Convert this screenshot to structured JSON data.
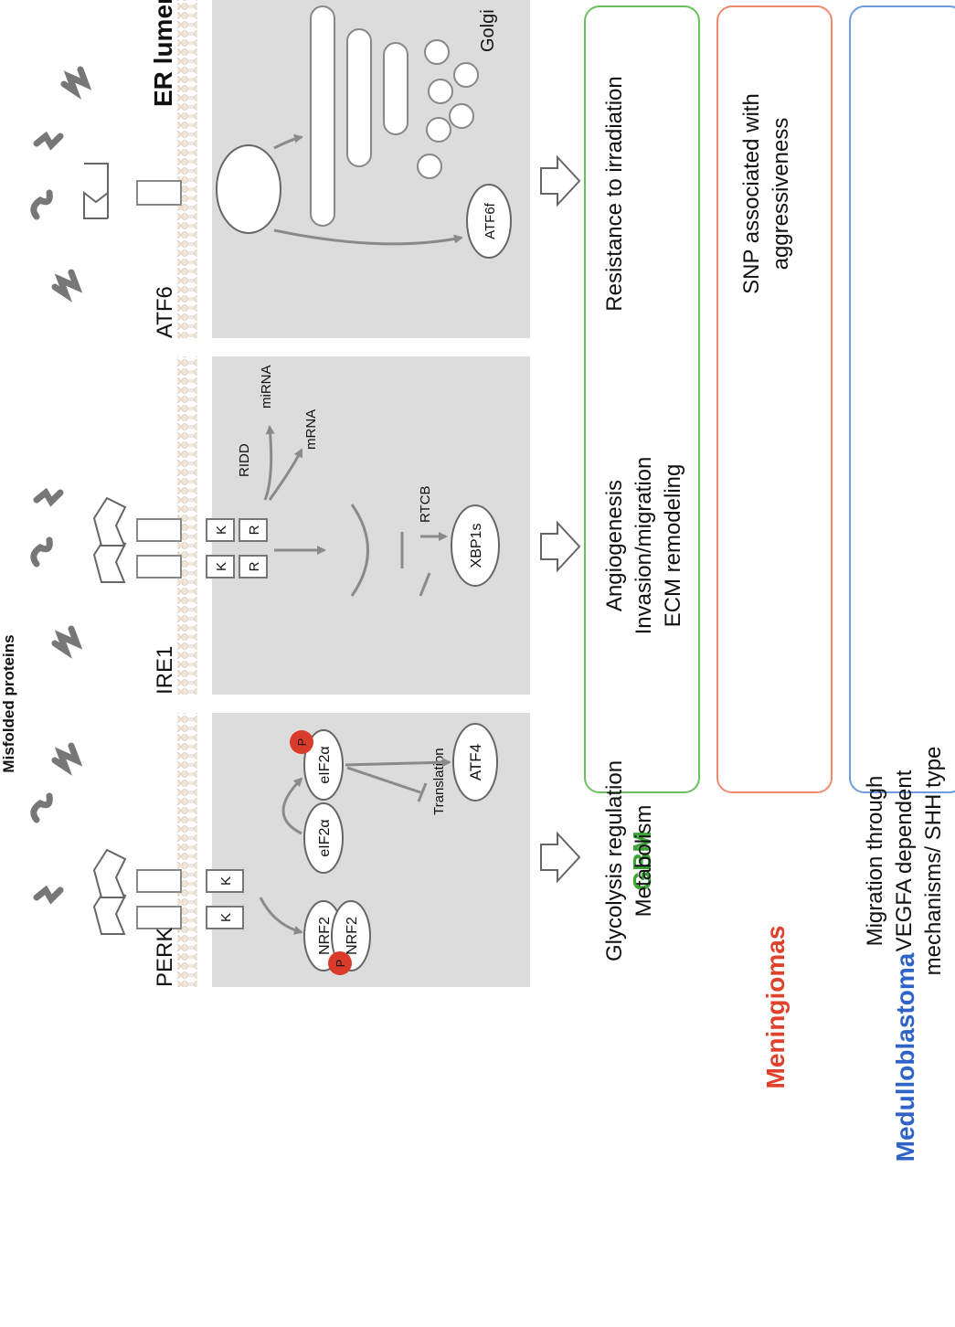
{
  "membrane_top_label": "Misfolded proteins",
  "compartment_label": "ER lumen",
  "golgi_label": "Golgi",
  "sensors": {
    "perk": {
      "name": "PERK",
      "kinase_labels": [
        "K",
        "K"
      ],
      "nodes": {
        "nrf2": "NRF2",
        "nrf2_p": "NRF2",
        "eif2a": "eIF2α",
        "eif2a_p": "eIF2α",
        "phospho": "P",
        "atf4": "ATF4",
        "translation": "Translation"
      }
    },
    "ire1": {
      "name": "IRE1",
      "kinase_labels": [
        "K",
        "K"
      ],
      "rnase_labels": [
        "R",
        "R"
      ],
      "ridd": "RIDD",
      "mirna": "miRNA",
      "mrna": "mRNA",
      "rtcb": "RTCB",
      "xbp1s": "XBP1s"
    },
    "atf6": {
      "name": "ATF6",
      "atf6f": "ATF6f"
    }
  },
  "tumors": [
    {
      "name": "GBM",
      "color": "#3aa534",
      "border": "#6bbf5f",
      "perk_text": [
        "Glycolysis regulation",
        "Metabolism"
      ],
      "ire1_text": [
        "Angiogenesis",
        "Invasion/migration",
        "ECM remodeling"
      ],
      "atf6_text": [
        "Resistance to irradiation"
      ]
    },
    {
      "name": "Meningiomas",
      "color": "#e0412b",
      "border": "#f08a6e",
      "atf6_text": [
        "SNP associated with",
        "aggressiveness"
      ]
    },
    {
      "name": "Medulloblastoma",
      "color": "#2f63c8",
      "border": "#6f9be0",
      "perk_text": [
        "Migration through",
        "VEGFA dependent",
        "mechanisms/ SHH type"
      ]
    }
  ]
}
